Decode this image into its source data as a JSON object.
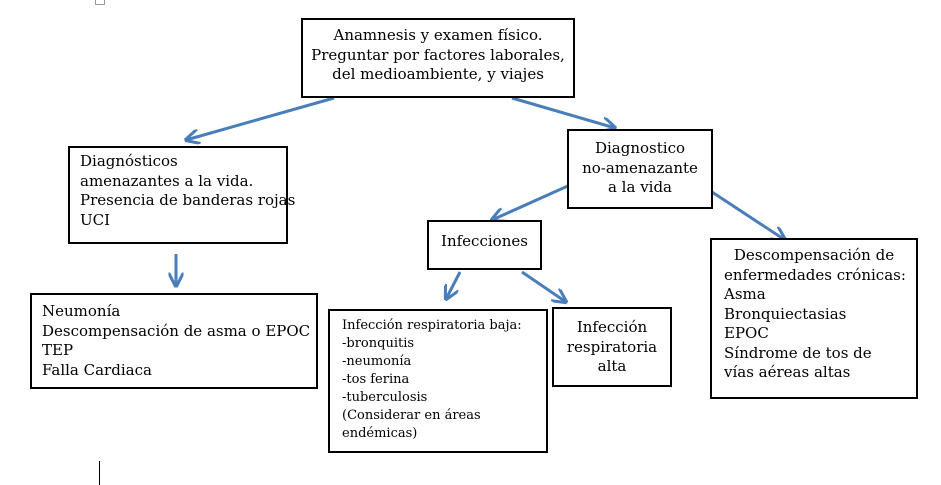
{
  "boxes": {
    "root": {
      "lines": [
        "Anamnesis y examen físico.",
        "Preguntar por factores laborales,",
        "del medioambiente, y viajes"
      ]
    },
    "threatening": {
      "lines": [
        "Diagnósticos",
        "amenazantes a la vida.",
        "Presencia de banderas rojas",
        "UCI"
      ]
    },
    "threatening_list": {
      "lines": [
        "Neumonía",
        "Descompensación de asma o EPOC",
        "TEP",
        "Falla Cardiaca"
      ]
    },
    "non_threatening": {
      "lines": [
        "Diagnostico",
        "no-amenazante",
        "a la vida"
      ]
    },
    "infections": {
      "lines": [
        "Infecciones"
      ]
    },
    "lower_infection": {
      "lines": [
        "Infección respiratoria baja:",
        "-bronquitis",
        "-neumonía",
        "-tos ferina",
        "-tuberculosis",
        "(Considerar en áreas",
        "endémicas)"
      ]
    },
    "upper_infection": {
      "lines": [
        "Infección",
        "respiratoria",
        "alta"
      ]
    },
    "chronic": {
      "lines": [
        "Descompensación de",
        "enfermedades crónicas:",
        "Asma",
        "Bronquiectasias",
        "EPOC",
        "Síndrome de tos de",
        "vías aéreas altas"
      ]
    }
  },
  "colors": {
    "arrow": "#4a7ebb",
    "border": "#000000"
  }
}
